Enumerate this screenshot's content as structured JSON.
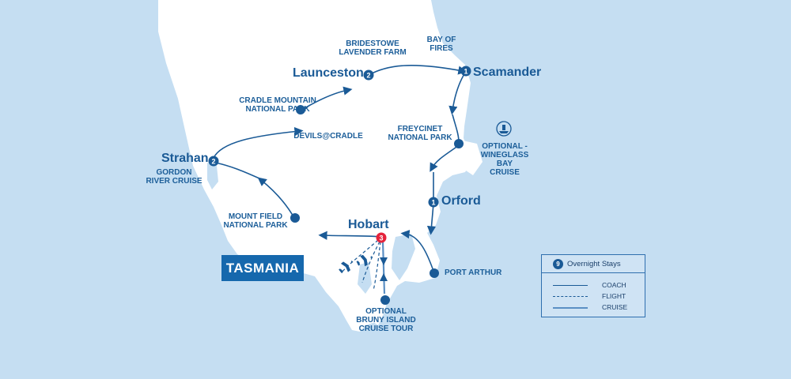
{
  "map_title": "TASMANIA",
  "stops": [
    {
      "id": "strahan",
      "name": "Strahan",
      "nights": "2"
    },
    {
      "id": "launceston",
      "name": "Launceston",
      "nights": "2"
    },
    {
      "id": "scamander",
      "name": "Scamander",
      "nights": "1"
    },
    {
      "id": "orford",
      "name": "Orford",
      "nights": "1"
    },
    {
      "id": "hobart",
      "name": "Hobart",
      "nights": "3"
    }
  ],
  "places": {
    "bridestowe": "BRIDESTOWE\nLAVENDER FARM",
    "bay_of_fires": "BAY OF\nFIRES",
    "cradle_mountain": "CRADLE MOUNTAIN\nNATIONAL PARK",
    "devils_cradle": "DEVILS@CRADLE",
    "freycinet": "FREYCINET\nNATIONAL PARK",
    "wineglass": "OPTIONAL -\nWINEGLASS BAY\nCRUISE",
    "gordon_river": "GORDON\nRIVER CRUISE",
    "mount_field": "MOUNT FIELD\nNATIONAL PARK",
    "port_arthur": "PORT ARTHUR",
    "bruny": "OPTIONAL\nBRUNY ISLAND\nCRUISE TOUR"
  },
  "legend": {
    "icon_number": "9",
    "title": "Overnight Stays",
    "coach": "COACH",
    "flight": "FLIGHT",
    "cruise": "CRUISE"
  },
  "colors": {
    "sea": "#c5def2",
    "land": "#ffffff",
    "route": "#1a5a96",
    "cruise": "#5b8fc4",
    "hobart_badge": "#e5233b",
    "title_bg": "#1668ad"
  }
}
